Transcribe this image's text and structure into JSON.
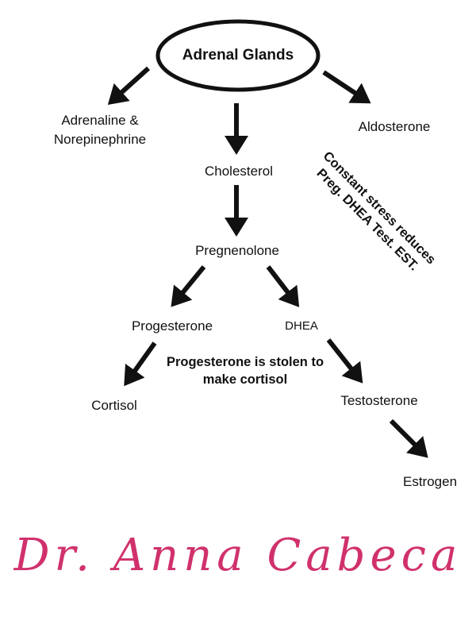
{
  "nodes": {
    "adrenal_glands": "Adrenal Glands",
    "adrenaline": "Adrenaline &",
    "norepinephrine": "Norepinephrine",
    "aldosterone": "Aldosterone",
    "cholesterol": "Cholesterol",
    "pregnenolone": "Pregnenolone",
    "progesterone": "Progesterone",
    "dhea": "DHEA",
    "cortisol": "Cortisol",
    "testosterone": "Testosterone",
    "estrogen": "Estrogen"
  },
  "notes": {
    "progesterone_line1": "Progesterone is stolen to",
    "progesterone_line2": "make cortisol",
    "stress_line1": "Constant stress reduces",
    "stress_line2": "Preg. DHEA Test. EST."
  },
  "signature": "Dr. Anna Cabeca",
  "colors": {
    "ink": "#111111",
    "signature": "#d0316c",
    "background": "#ffffff"
  }
}
